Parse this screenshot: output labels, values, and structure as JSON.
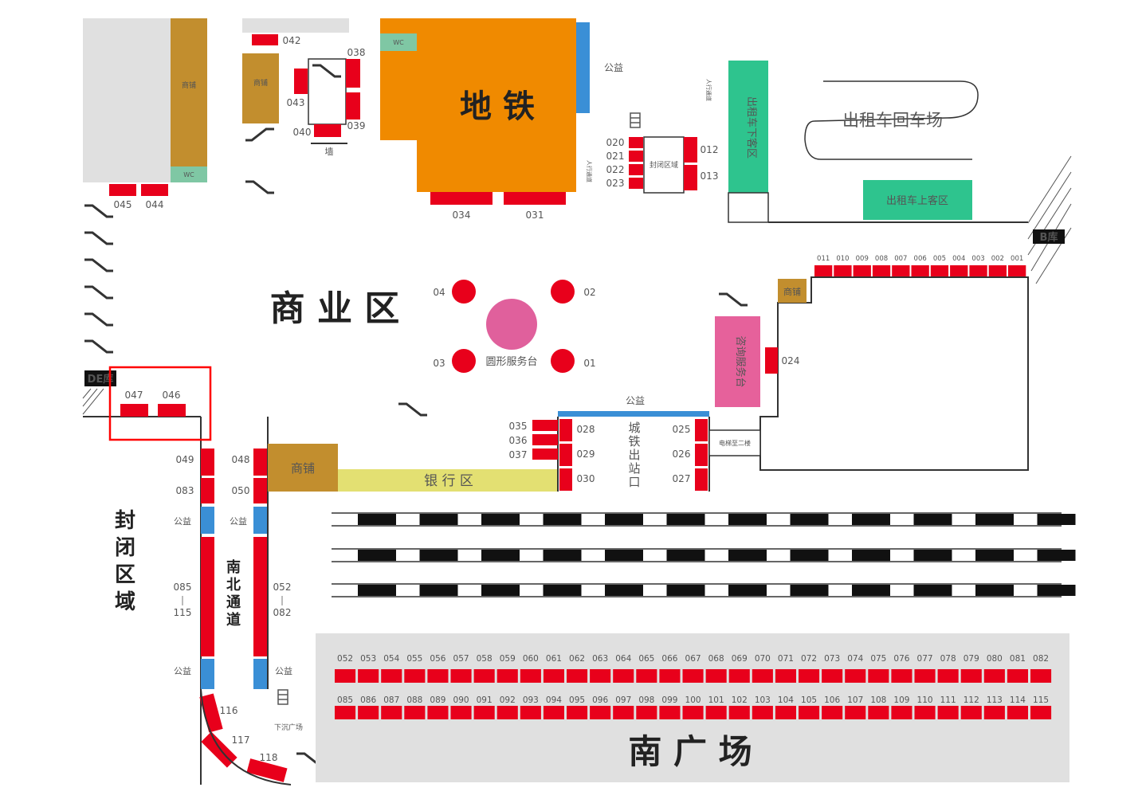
{
  "colors": {
    "booth": "#e8001b",
    "public": "#3a8fd6",
    "shop": "#c28e2e",
    "metro": "#f08a00",
    "taxi": "#2ec48e",
    "grey_area": "#e0e0e0",
    "bank": "#e3e072",
    "info": "#e6619b",
    "round_desk": "#e0609c",
    "highlight": "#ff0000",
    "wc": "#7fc7a4"
  },
  "areas": {
    "metro": "地 铁",
    "commercial": "商 业 区",
    "south_square": "南 广 场",
    "closed_area": "封闭区域",
    "ns_passage": "南北通道",
    "bank": "银 行 区",
    "taxi_return": "出租车回车场",
    "taxi_dropoff": "出租车下客区",
    "taxi_pickup": "出租车上客区",
    "info_desk": "咨询服务台",
    "round_desk": "圆形服务台",
    "city_rail_exit": "城铁出站口",
    "b_garage": "B库",
    "de_garage": "DE库",
    "sealed": "封闭区域",
    "shop": "商铺",
    "wc": "WC",
    "public_welfare": "公益",
    "wall": "墙",
    "sunken_plaza": "下沉广场",
    "pedestrian": "人行通道",
    "elevator": "电梯至二楼",
    "stairs": "楼梯"
  },
  "booths": {
    "b042": "042",
    "b043": "043",
    "b038": "038",
    "b039": "039",
    "b040": "040",
    "b045": "045",
    "b044": "044",
    "b034": "034",
    "b031": "031",
    "b020": "020",
    "b021": "021",
    "b022": "022",
    "b023": "023",
    "b012": "012",
    "b013": "013",
    "b024": "024",
    "b047": "047",
    "b046": "046",
    "b049": "049",
    "b083": "083",
    "b048": "048",
    "b050": "050",
    "b085": "085",
    "b115": "115",
    "b052": "052",
    "b082": "082",
    "b116": "116",
    "b117": "117",
    "b118": "118",
    "b035": "035",
    "b036": "036",
    "b037": "037",
    "b028": "028",
    "b029": "029",
    "b030": "030",
    "b025": "025",
    "b026": "026",
    "b027": "027",
    "c04": "04",
    "c02": "02",
    "c03": "03",
    "c01": "01"
  },
  "top_right_row": [
    "011",
    "010",
    "009",
    "008",
    "007",
    "006",
    "005",
    "004",
    "003",
    "002",
    "001"
  ],
  "south_row1": [
    "052",
    "053",
    "054",
    "055",
    "056",
    "057",
    "058",
    "059",
    "060",
    "061",
    "062",
    "063",
    "064",
    "065",
    "066",
    "067",
    "068",
    "069",
    "070",
    "071",
    "072",
    "073",
    "074",
    "075",
    "076",
    "077",
    "078",
    "079",
    "080",
    "081",
    "082"
  ],
  "south_row2": [
    "085",
    "086",
    "087",
    "088",
    "089",
    "090",
    "091",
    "092",
    "093",
    "094",
    "095",
    "096",
    "097",
    "098",
    "099",
    "100",
    "101",
    "102",
    "103",
    "104",
    "105",
    "106",
    "107",
    "108",
    "109",
    "110",
    "111",
    "112",
    "113",
    "114",
    "115"
  ]
}
